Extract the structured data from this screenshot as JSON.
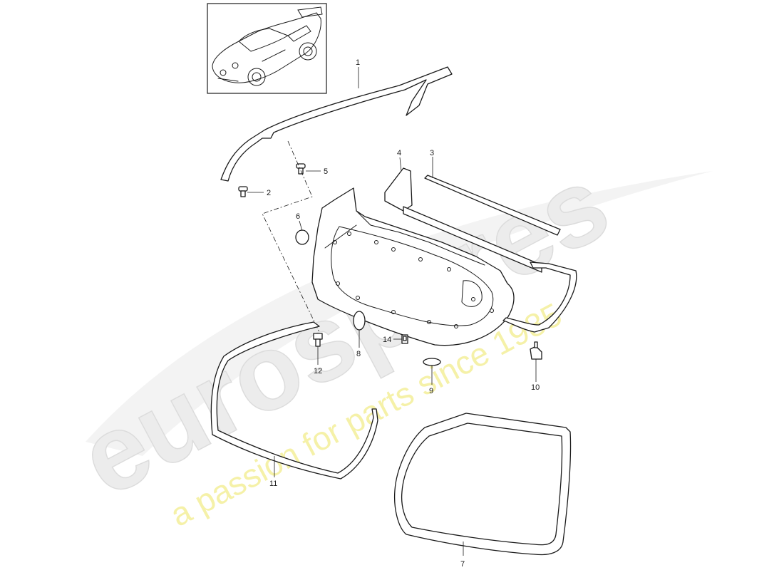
{
  "watermark": {
    "logo": "eurospares",
    "tagline": "a passion for parts since 1985"
  },
  "thumbnail": {
    "icon": "porsche-911-car-icon"
  },
  "callouts": [
    {
      "num": "1",
      "part": "roof-frame-seal"
    },
    {
      "num": "2",
      "part": "fastener"
    },
    {
      "num": "3",
      "part": "window-shaft-seal"
    },
    {
      "num": "4",
      "part": "mirror-triangle-cover"
    },
    {
      "num": "5",
      "part": "fastener"
    },
    {
      "num": "6",
      "part": "oval-plug"
    },
    {
      "num": "7",
      "part": "door-frame-seal"
    },
    {
      "num": "8",
      "part": "oval-plug"
    },
    {
      "num": "9",
      "part": "oval-plug"
    },
    {
      "num": "10",
      "part": "clip"
    },
    {
      "num": "11",
      "part": "lower-door-seal"
    },
    {
      "num": "12",
      "part": "bolt"
    },
    {
      "num": "14",
      "part": "clip"
    }
  ],
  "colors": {
    "line": "#1a1a1a",
    "watermark_logo": "#ececec",
    "watermark_tag": "#f5f1a8"
  }
}
